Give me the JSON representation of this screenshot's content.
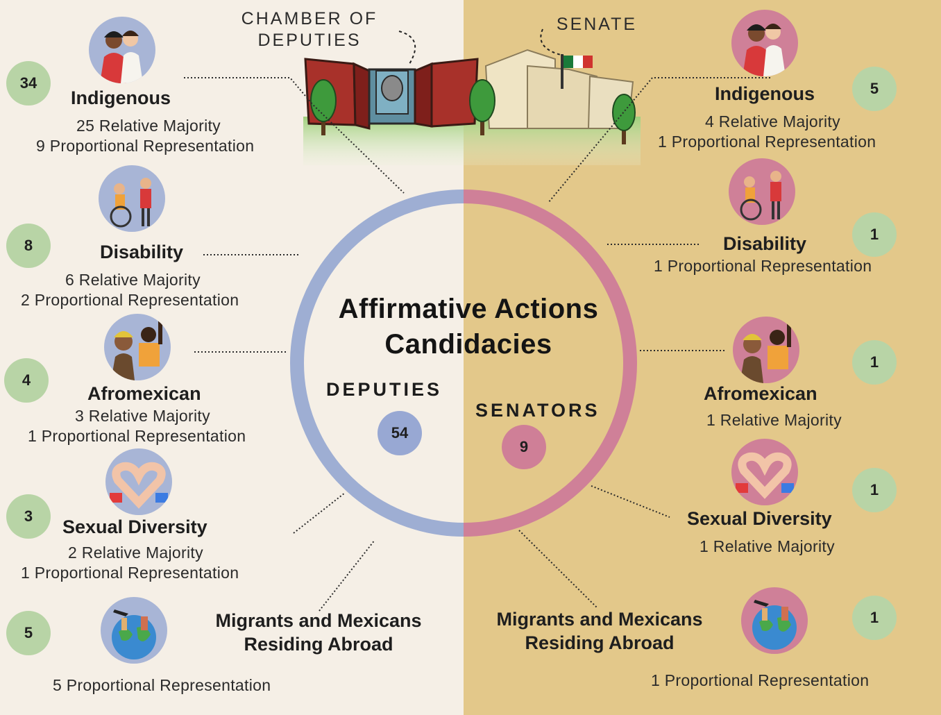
{
  "title_line1": "Affirmative Actions",
  "title_line2": "Candidacies",
  "colors": {
    "left_bg": "#f5efe6",
    "right_bg": "#e3c88a",
    "deputies_ring": "#9eaed3",
    "senators_ring": "#cf8098",
    "badge_green": "#b8d4a6",
    "deputies_badge": "#98a8d3",
    "senators_badge": "#cf7f97"
  },
  "deputies": {
    "building_label_line1": "CHAMBER OF",
    "building_label_line2": "DEPUTIES",
    "group_label": "DEPUTIES",
    "total": "54",
    "categories": [
      {
        "name": "Indigenous",
        "count": "34",
        "line1": "25  Relative Majority",
        "line2": "9 Proportional Representation",
        "icon": "indigenous-women-icon"
      },
      {
        "name": "Disability",
        "count": "8",
        "line1": "6  Relative Majority",
        "line2": "2 Proportional Representation",
        "icon": "disability-icon"
      },
      {
        "name": "Afromexican",
        "count": "4",
        "line1": "3 Relative Majority",
        "line2": "1 Proportional Representation",
        "icon": "afromexican-icon"
      },
      {
        "name": "Sexual Diversity",
        "count": "3",
        "line1": "2 Relative Majority",
        "line2": "1 Proportional Representation",
        "icon": "heart-hands-icon"
      },
      {
        "name_line1": "Migrants and Mexicans",
        "name_line2": "Residing Abroad",
        "count": "5",
        "line1": "5 Proportional Representation",
        "icon": "globe-travel-icon"
      }
    ]
  },
  "senators": {
    "building_label": "SENATE",
    "group_label": "SENATORS",
    "total": "9",
    "categories": [
      {
        "name": "Indigenous",
        "count": "5",
        "line1": "4 Relative Majority",
        "line2": "1 Proportional Representation",
        "icon": "indigenous-women-icon"
      },
      {
        "name": "Disability",
        "count": "1",
        "line1": "1 Proportional Representation",
        "icon": "disability-icon"
      },
      {
        "name": "Afromexican",
        "count": "1",
        "line1": "1 Relative Majority",
        "icon": "afromexican-icon"
      },
      {
        "name": "Sexual Diversity",
        "count": "1",
        "line1": "1 Relative Majority",
        "icon": "heart-hands-icon"
      },
      {
        "name_line1": "Migrants and Mexicans",
        "name_line2": "Residing Abroad",
        "count": "1",
        "line1": "1 Proportional Representation",
        "icon": "globe-travel-icon"
      }
    ]
  }
}
